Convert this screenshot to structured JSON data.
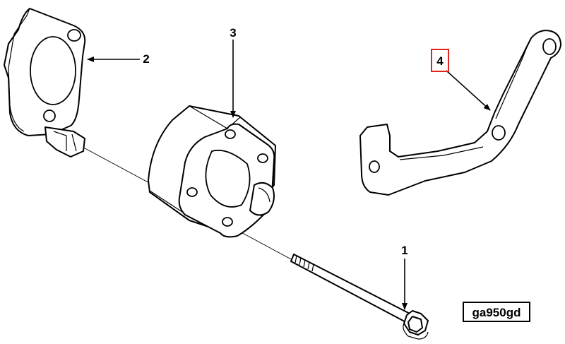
{
  "callouts": {
    "c1": "1",
    "c2": "2",
    "c3": "3",
    "c4": "4"
  },
  "reference_code": "ga950gd",
  "highlight_color": "#e2231a",
  "highlighted_callout": "4"
}
